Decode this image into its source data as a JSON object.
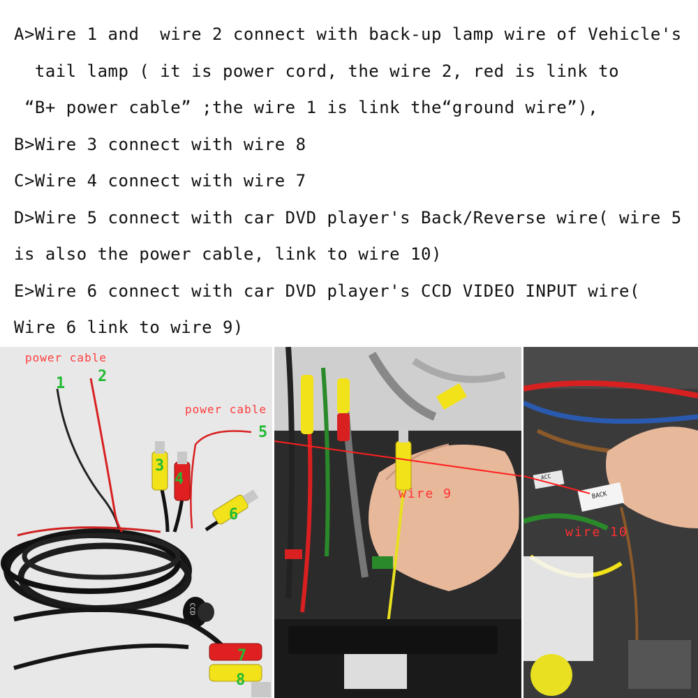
{
  "instructions": {
    "lines": [
      "A>Wire 1 and  wire 2 connect with back-up lamp wire of Vehicle's",
      "  tail lamp ( it is power cord, the wire 2, red is link to",
      " “B+ power cable” ;the wire 1 is link the“ground wire”),",
      "B>Wire 3 connect with wire 8",
      "C>Wire 4 connect with wire 7",
      "D>Wire 5 connect with car DVD player's Back/Reverse wire( wire 5",
      "is also the power cable, link to wire 10)",
      "E>Wire 6 connect with car DVD player's CCD VIDEO INPUT wire(",
      "Wire 6 link to wire 9)"
    ]
  },
  "photo1": {
    "label_power_cable_top": "power cable",
    "label_power_cable_mid": "power cable",
    "wire_numbers": [
      "1",
      "2",
      "3",
      "4",
      "5",
      "6",
      "7",
      "8"
    ],
    "camera_text": "CCD"
  },
  "photo2": {
    "label_wire9": "wire 9"
  },
  "photo3": {
    "label_wire10": "wire 10",
    "tag_back": "BACK",
    "tag_acc": "ACC"
  },
  "colors": {
    "label_red": "#ff3b3b",
    "number_green": "#22bb33",
    "rca_yellow": "#f2e21a",
    "rca_red": "#e02020"
  }
}
